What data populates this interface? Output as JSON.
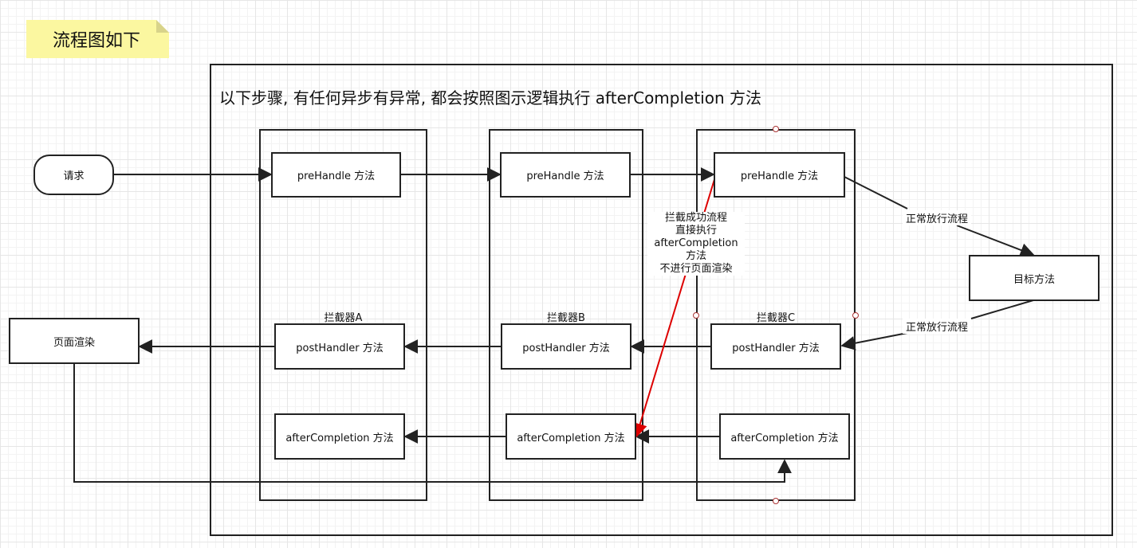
{
  "note": {
    "title": "流程图如下"
  },
  "container": {
    "caption": "以下步骤, 有任何异步有异常, 都会按照图示逻辑执行 afterCompletion 方法"
  },
  "request": {
    "label": "请求"
  },
  "render": {
    "label": "页面渲染"
  },
  "target": {
    "label": "目标方法"
  },
  "interceptors": [
    {
      "name": "拦截器A",
      "pre": "preHandle 方法",
      "post": "postHandler 方法",
      "after": "afterCompletion 方法"
    },
    {
      "name": "拦截器B",
      "pre": "preHandle 方法",
      "post": "postHandler 方法",
      "after": "afterCompletion 方法"
    },
    {
      "name": "拦截器C",
      "pre": "preHandle 方法",
      "post": "postHandler 方法",
      "after": "afterCompletion 方法"
    }
  ],
  "edge_labels": {
    "normal_pass_1": "正常放行流程",
    "normal_pass_2": "正常放行流程",
    "intercept_lines": [
      "拦截成功流程",
      "直接执行",
      "afterCompletion",
      "方法",
      "不进行页面渲染"
    ]
  },
  "colors": {
    "line": "#222222",
    "intercept": "#dd0000",
    "note_bg": "#fbf7a0"
  }
}
